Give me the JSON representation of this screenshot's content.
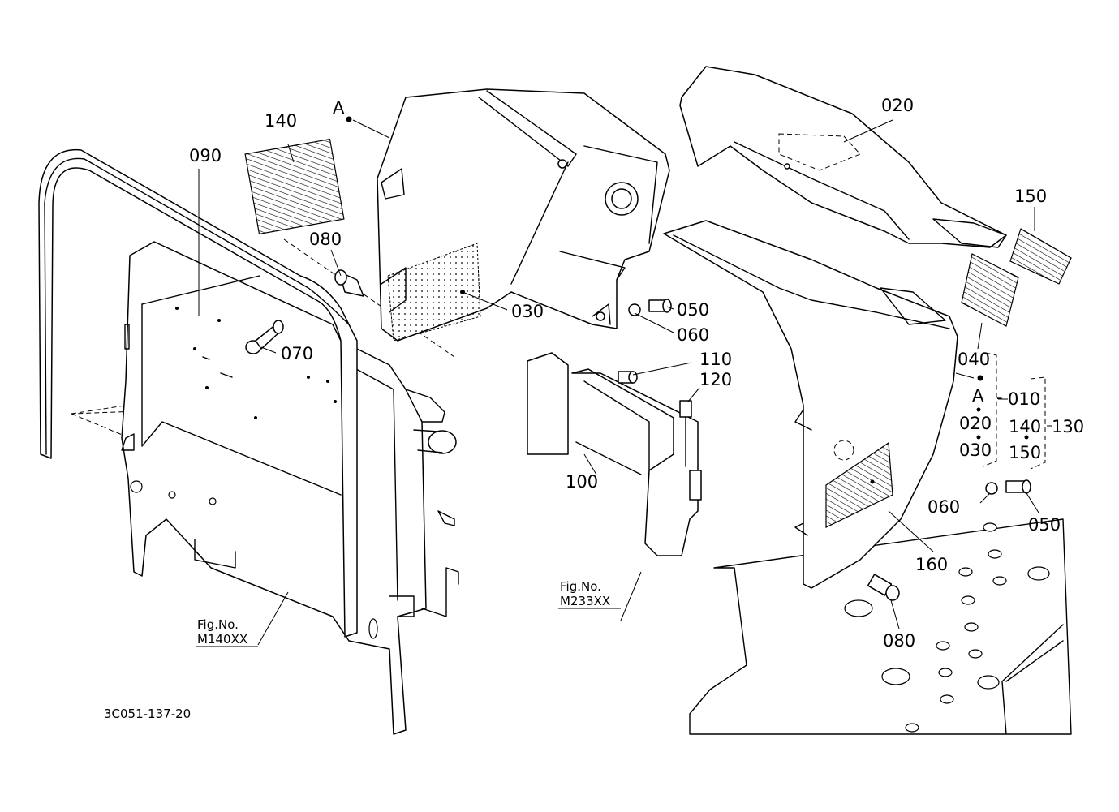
{
  "drawing_number": "3C051-137-20",
  "parts": {
    "p010": "010",
    "p020_top": "020",
    "p020_grp": "020",
    "p030_main": "030",
    "p030_grp": "030",
    "p040": "040",
    "p050_top": "050",
    "p050_bot": "050",
    "p060_top": "060",
    "p060_bot": "060",
    "p070": "070",
    "p080_top": "080",
    "p080_bot": "080",
    "p090": "090",
    "p100": "100",
    "p110": "110",
    "p120": "120",
    "p130": "130",
    "p140_main": "140",
    "p140_grp": "140",
    "p150_main": "150",
    "p150_grp": "150",
    "p160": "160"
  },
  "refs": {
    "a_top": "A",
    "a_grp": "A"
  },
  "figs": {
    "fig1_label": "Fig.No.",
    "fig1_code": "M140XX",
    "fig2_label": "Fig.No.",
    "fig2_code": "M233XX"
  }
}
